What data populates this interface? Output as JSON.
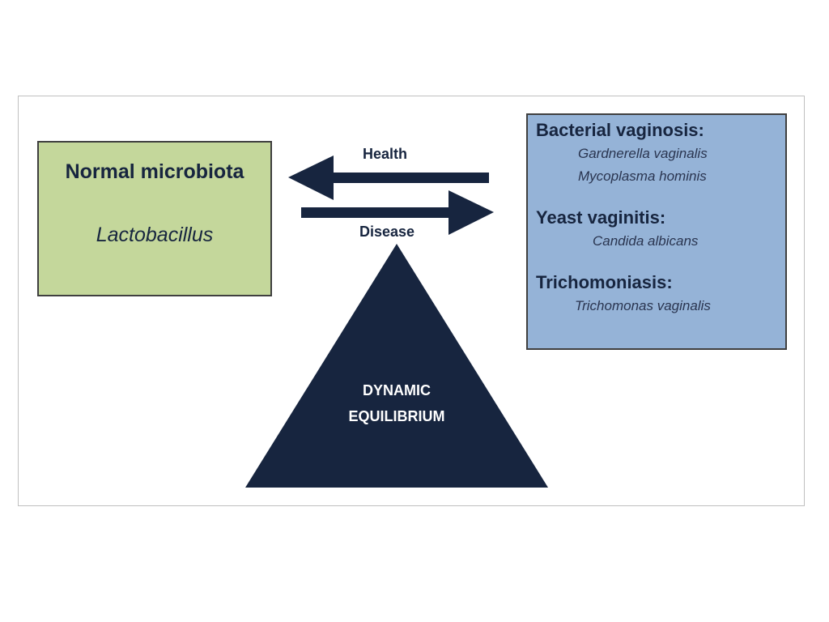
{
  "normal": {
    "title": "Normal microbiota",
    "genus": "Lactobacillus"
  },
  "arrows": {
    "health_label": "Health",
    "disease_label": "Disease"
  },
  "equilibrium": {
    "line1": "DYNAMIC",
    "line2": "EQUILIBRIUM"
  },
  "conditions": [
    {
      "title": "Bacterial vaginosis:",
      "organisms": [
        "Gardnerella vaginalis",
        "Mycoplasma hominis"
      ]
    },
    {
      "title": "Yeast vaginitis:",
      "organisms": [
        "Candida albicans"
      ]
    },
    {
      "title": "Trichomoniasis:",
      "organisms": [
        "Trichomonas vaginalis"
      ]
    }
  ],
  "colors": {
    "normal_fill": "#c4d79b",
    "disease_fill": "#95b3d7",
    "dark_navy": "#17253f"
  }
}
